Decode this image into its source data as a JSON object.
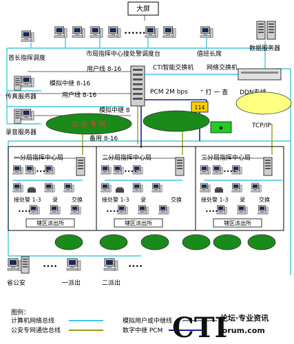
{
  "top": {
    "big_screen": "大屏"
  },
  "labels": {
    "dispatch_desk": "市局指挥中心接处警调度台",
    "chief_dispatch": "首长指挥调度",
    "duty_chief": "值班长席",
    "data_server": "数据服务器",
    "cti_switch": "CTI智能交换机",
    "network_switch": "网络交换机",
    "user_line_top": "用户线 8-16",
    "analog_relay_top": "模拟中继 8-16",
    "fax_server": "传真服务器",
    "user_line_mid": "用户线 8-16",
    "pcm": "PCM 2M bps",
    "call_quick": "“ 打 一 查",
    "ddn": "DDN专线",
    "recording_server": "录音服务器",
    "analog_relay_8": "模拟中继 8",
    "public_security_net": "公 安 专 网",
    "backup": "备用 8-16",
    "cloud_114": "114",
    "tcpip": "TCP/IP"
  },
  "branches": [
    {
      "title": "一分局指挥中心局",
      "desks": "接处警 1-3",
      "rec": "录",
      "spare": "交换",
      "police": "辖区派出所"
    },
    {
      "title": "二分局指挥中心局",
      "desks": "接处警 1-3",
      "rec": "录",
      "spare": "交换",
      "police": "辖区派出所"
    },
    {
      "title": "三分局指挥中心局",
      "desks": "接处警 1-3",
      "rec": "录",
      "spare": "交换",
      "police": "辖区派出所"
    }
  ],
  "bottom_nodes": {
    "provincial": "省公安",
    "station1": "一派出",
    "station2": "二派出"
  },
  "legend": {
    "title": "图例：",
    "computer_bus": "计算机网络总线",
    "police_bus": "公安专网通信总线",
    "analog": "模拟用户或中继线",
    "digital": "数字中继 PCM",
    "colors": {
      "computer": "#40c8e0",
      "police": "#9a9a18",
      "analog": "#606060",
      "digital": "#1a1aa0"
    }
  },
  "watermark": {
    "brand": "CTI",
    "sub": "论坛·专业资讯",
    "url": "forum.com"
  }
}
